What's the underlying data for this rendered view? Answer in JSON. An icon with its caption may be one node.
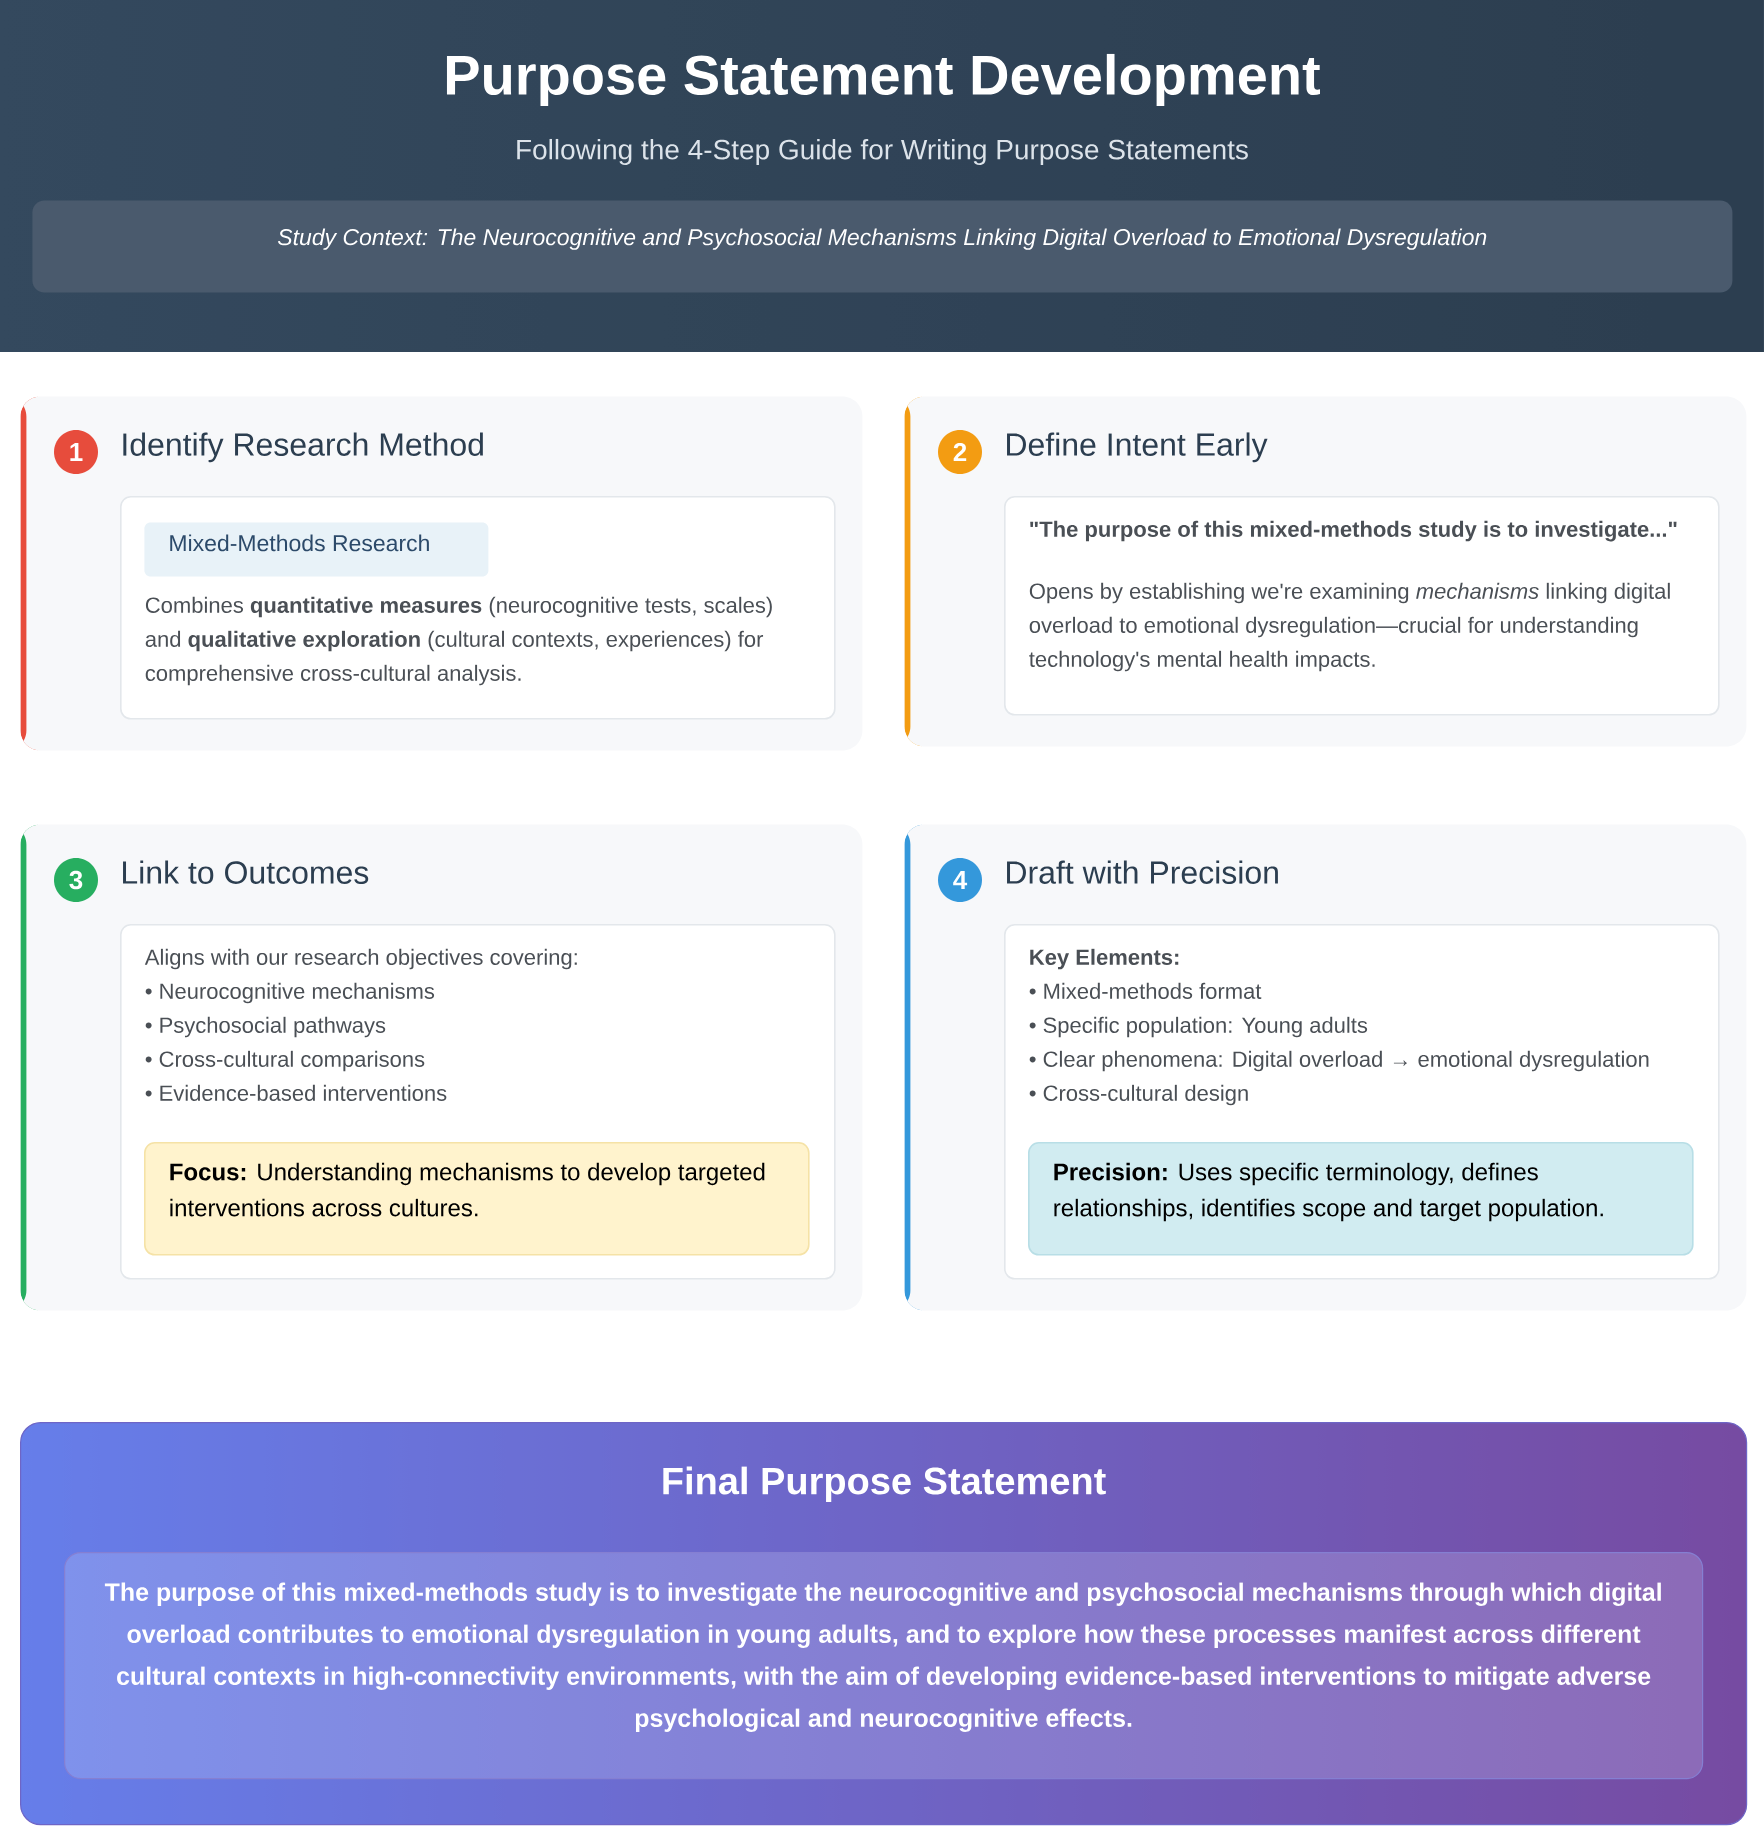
{
  "diagram": {
    "title": "Purpose Statement Development",
    "labels": [
      "Following the 4-Step Guide for Writing Purpose Statements"
    ],
    "nodes": [
      {
        "text": [
          "Study Context: The Neurocognitive and Psychosocial Mechanisms Linking Digital Overload to Emotional Dysregulation"
        ]
      },
      {
        "text": [
          "Identify Research Method"
        ]
      },
      {
        "text": [
          "1"
        ],
        "in": 1
      },
      {
        "text": [
          "Combines **quantitative measures** (neurocognitive tests, scales) and **qualitative exploration** (cultural contexts, experiences) for comprehensive cross-cultural analysis."
        ],
        "in": 1
      },
      {
        "text": [
          "Mixed-Methods Research"
        ],
        "in": 3
      },
      {
        "text": [
          "Define Intent Early"
        ]
      },
      {
        "text": [
          "2"
        ],
        "in": 5
      },
      {
        "text": [
          "\"The purpose of this mixed-methods study is to investigate...\"",
          "Opens by establishing we're examining *mechanisms* linking digital overload to emotional dysregulation—crucial for understanding technology's mental health impacts."
        ],
        "in": 5
      },
      {
        "text": [
          "Link to Outcomes"
        ]
      },
      {
        "text": [
          "3"
        ],
        "in": 8
      },
      {
        "text": [
          "Aligns with our research objectives covering:",
          "• Neurocognitive mechanisms",
          "• Psychosocial pathways",
          "• Cross-cultural comparisons",
          "• Evidence-based interventions"
        ],
        "in": 8
      },
      {
        "text": [
          "**Focus:** Understanding mechanisms to develop targeted interventions across cultures."
        ],
        "in": 10
      },
      {
        "text": [
          "Draft with Precision"
        ]
      },
      {
        "text": [
          "4"
        ],
        "in": 12
      },
      {
        "text": [
          "Key Elements:",
          "• Mixed-methods format",
          "• Specific population: Young adults",
          "• Clear phenomena: Digital overload → emotional dysregulation",
          "• Cross-cultural design"
        ],
        "in": 12
      },
      {
        "text": [
          "**Precision:** Uses specific terminology, defines relationships, identifies scope and target population."
        ],
        "in": 14
      },
      {
        "text": [
          "Final Purpose Statement"
        ]
      },
      {
        "text": [
          "The purpose of this mixed-methods study is to investigate the neurocognitive and psychosocial mechanisms through which digital overload contributes to emotional dysregulation in young adults, and to explore how these processes manifest across different cultural contexts in high-connectivity environments, with the aim of developing evidence-based interventions to mitigate adverse psychological and neurocognitive effects."
        ],
        "in": 16
      }
    ]
  }
}
